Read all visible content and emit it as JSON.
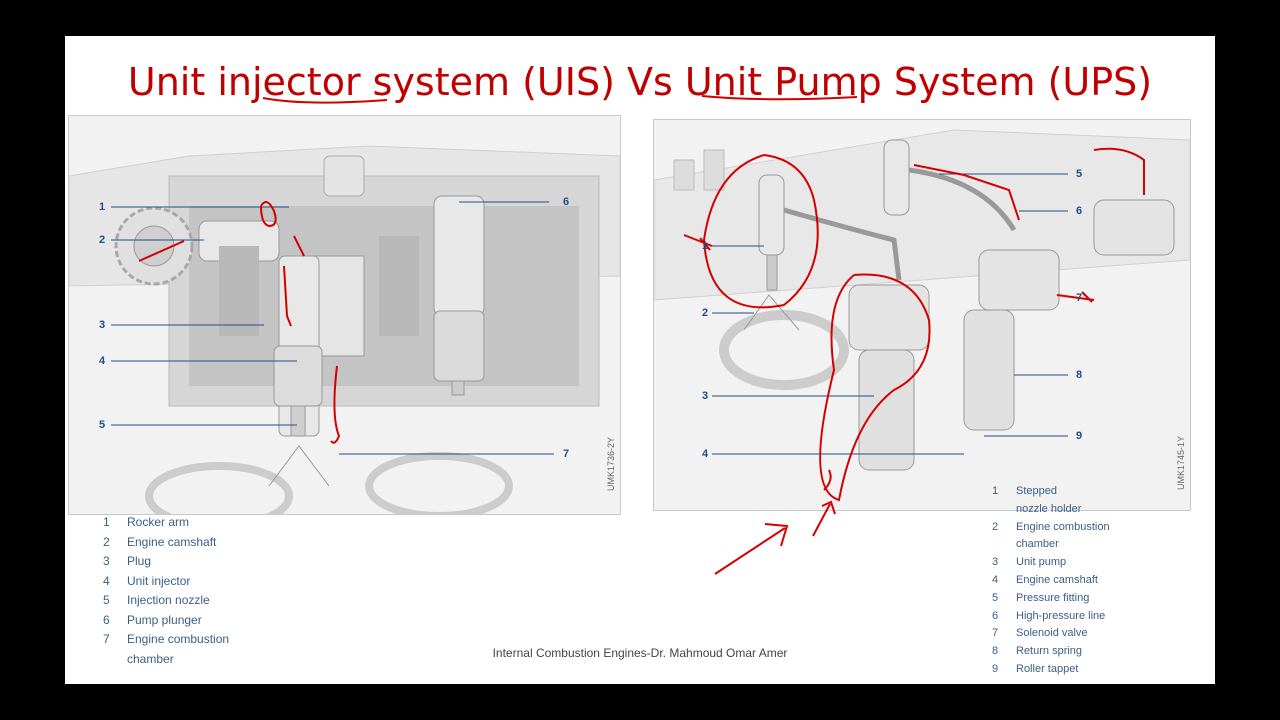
{
  "slide": {
    "title": "Unit injector system (UIS) Vs Unit Pump System (UPS)",
    "footer": "Internal Combustion Engines-Dr. Mahmoud Omar Amer"
  },
  "uis": {
    "figure_code": "UMK1736-2Y",
    "callouts": [
      "1",
      "2",
      "3",
      "4",
      "5",
      "6",
      "7"
    ],
    "legend": [
      {
        "num": "1",
        "text": "Rocker arm"
      },
      {
        "num": "2",
        "text": "Engine camshaft"
      },
      {
        "num": "3",
        "text": "Plug"
      },
      {
        "num": "4",
        "text": "Unit injector"
      },
      {
        "num": "5",
        "text": "Injection nozzle"
      },
      {
        "num": "6",
        "text": "Pump plunger"
      },
      {
        "num": "7",
        "text": "Engine combustion"
      },
      {
        "num": "",
        "text": "chamber"
      }
    ]
  },
  "ups": {
    "figure_code": "UMK1745-1Y",
    "callouts": [
      "1",
      "2",
      "3",
      "4",
      "5",
      "6",
      "7",
      "8",
      "9"
    ],
    "legend": [
      {
        "num": "1",
        "text": "Stepped"
      },
      {
        "num": "",
        "text": "nozzle holder"
      },
      {
        "num": "2",
        "text": "Engine combustion"
      },
      {
        "num": "",
        "text": "chamber"
      },
      {
        "num": "3",
        "text": "Unit pump"
      },
      {
        "num": "4",
        "text": "Engine camshaft"
      },
      {
        "num": "5",
        "text": "Pressure fitting"
      },
      {
        "num": "6",
        "text": "High-pressure line"
      },
      {
        "num": "7",
        "text": "Solenoid valve"
      },
      {
        "num": "8",
        "text": "Return spring"
      },
      {
        "num": "9",
        "text": "Roller tappet"
      }
    ]
  },
  "colors": {
    "title": "#c00000",
    "annotation": "#d40000",
    "callout": "#1e4f86"
  }
}
